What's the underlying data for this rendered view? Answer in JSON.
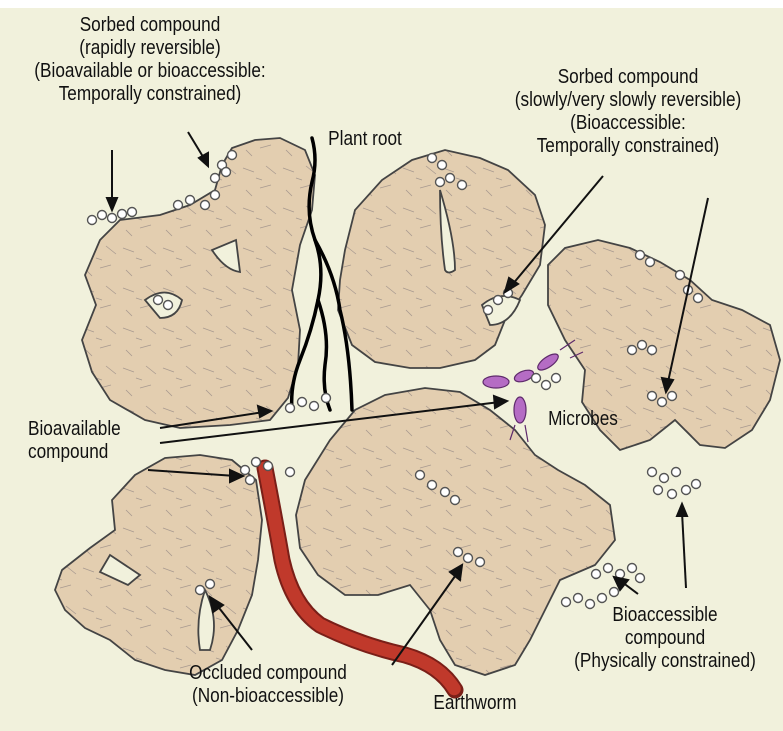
{
  "labels": {
    "sorbed_rapid": [
      "Sorbed compound",
      "(rapidly reversible)",
      "(Bioavailable or bioaccessible:",
      "Temporally constrained)"
    ],
    "plant_root": "Plant root",
    "sorbed_slow": [
      "Sorbed compound",
      "(slowly/very slowly reversible)",
      "(Bioaccessible:",
      "Temporally constrained)"
    ],
    "microbes": "Microbes",
    "bioavailable": [
      "Bioavailable",
      "compound"
    ],
    "occluded": [
      "Occluded compound",
      "(Non-bioaccessible)"
    ],
    "earthworm": "Earthworm",
    "bioaccessible": [
      "Bioaccessible",
      "compound",
      "(Physically constrained)"
    ]
  },
  "colors": {
    "background": "#f1f1dc",
    "soil_particle": "#e3ceb0",
    "particle_outline": "#444444",
    "root": "#000000",
    "earthworm": "#c0392b",
    "microbes": "#b56cc4",
    "compound_molecule": "#ffffff"
  }
}
